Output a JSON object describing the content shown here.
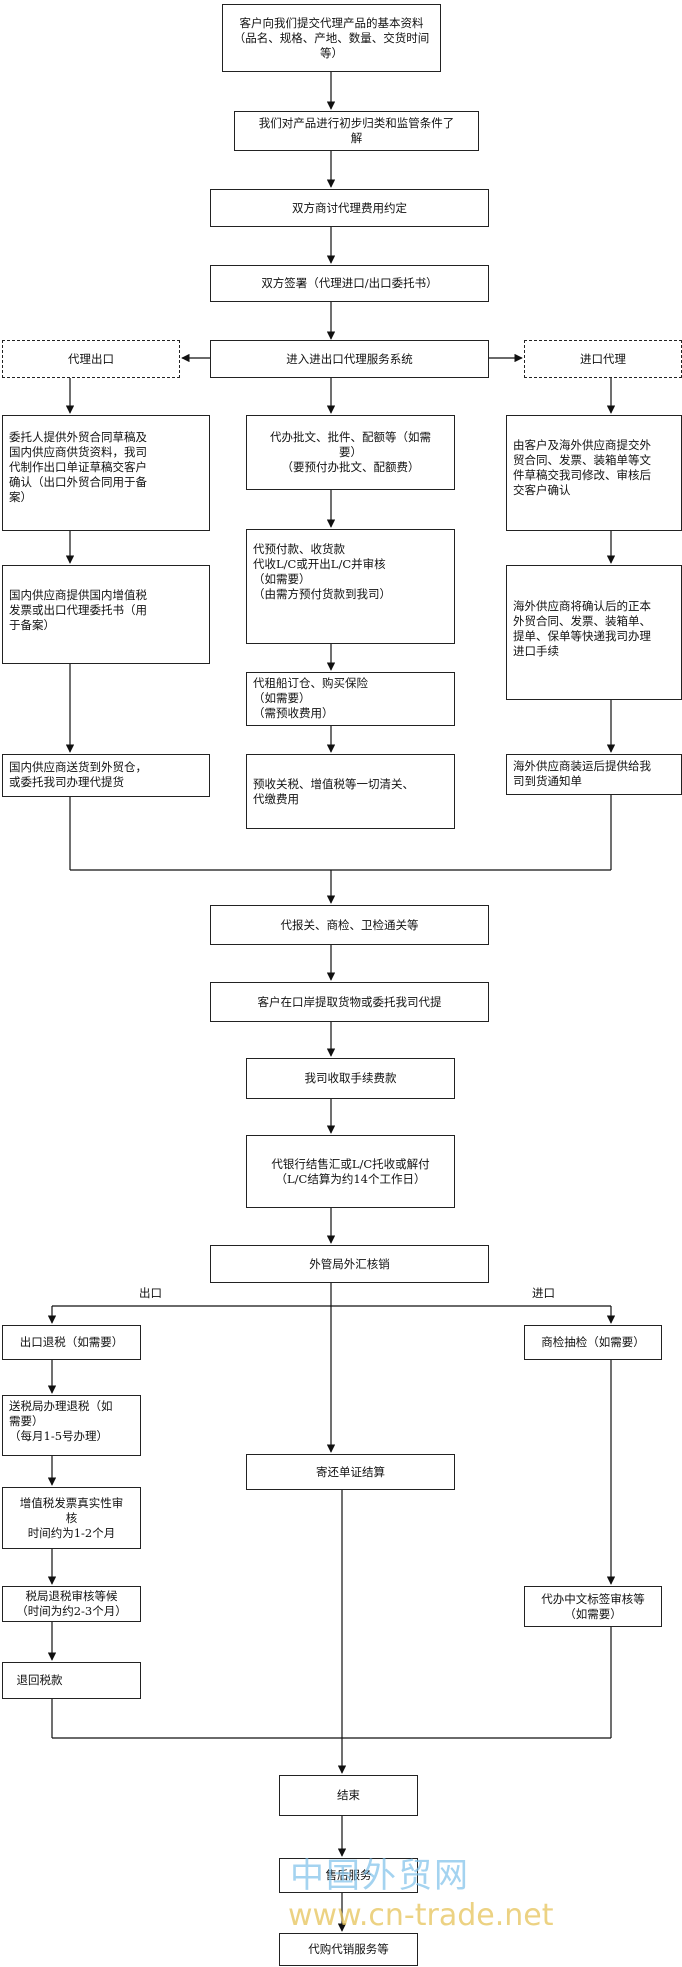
{
  "steps": {
    "s1": "客户向我们提交代理产品的基本资料\n（品名、规格、产地、数量、交货时间\n等）",
    "s2": "我们对产品进行初步归类和监管条件了\n解",
    "s3": "双方商讨代理费用约定",
    "s4": "双方签署（代理进口/出口委托书）",
    "s5": "进入进出口代理服务系统",
    "export_head": "代理出口",
    "import_head": "进口代理",
    "m1": "代办批文、批件、配额等（如需\n要）\n（要预付办批文、配额费）",
    "m2": "代预付款、收货款\n代收L/C或开出L/C并审核\n（如需要）\n（由需方预付货款到我司）",
    "m3": "代租船订仓、购买保险\n（如需要）\n（需预收费用）",
    "m4": "预收关税、增值税等一切清关、\n代缴费用",
    "e1": "委托人提供外贸合同草稿及\n国内供应商供货资料，我司\n代制作出口单证草稿交客户\n确认（出口外贸合同用于备\n案）",
    "e2": "国内供应商提供国内增值税\n发票或出口代理委托书（用\n于备案）",
    "e3": "国内供应商送货到外贸仓，\n或委托我司办理代提货",
    "i1": "由客户及海外供应商提交外\n贸合同、发票、装箱单等文\n件草稿交我司修改、审核后\n交客户确认",
    "i2": "海外供应商将确认后的正本\n外贸合同、发票、装箱单、\n提单、保单等快递我司办理\n进口手续",
    "i3": "海外供应商装运后提供给我\n司到货通知单",
    "c1": "代报关、商检、卫检通关等",
    "c2": "客户在口岸提取货物或委托我司代提",
    "c3": "我司收取手续费款",
    "c4": "代银行结售汇或L/C托收或解付\n（L/C结算为约14个工作日）",
    "c5": "外管局外汇核销",
    "label_export": "出口",
    "label_import": "进口",
    "x1": "出口退税（如需要）",
    "x2": "送税局办理退税（如\n需要）\n（每月1-5号办理）",
    "x3": "增值税发票真实性审\n核\n时间约为1-2个月",
    "x4": "税局退税审核等候\n（时间为约2-3个月）",
    "x5": "退回税款",
    "y1": "商检抽检（如需要）",
    "y2": "代办中文标签审核等\n（如需要）",
    "mid": "寄还单证结算",
    "end": "结束",
    "after": "售后服务",
    "last": "代购代销服务等"
  },
  "watermark": {
    "cn": "中国外贸网",
    "url": "www.cn-trade.net"
  }
}
